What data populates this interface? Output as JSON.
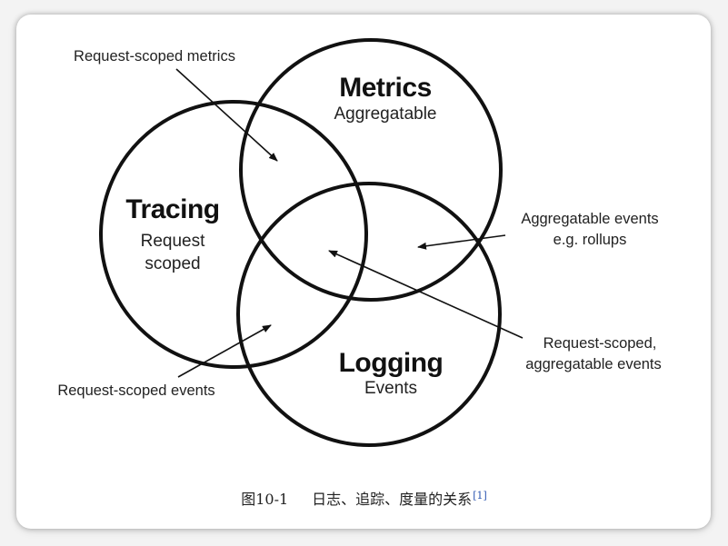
{
  "circles": {
    "metrics": {
      "title": "Metrics",
      "subtitle": "Aggregatable"
    },
    "tracing": {
      "title": "Tracing",
      "subtitle_line1": "Request",
      "subtitle_line2": "scoped"
    },
    "logging": {
      "title": "Logging",
      "subtitle": "Events"
    }
  },
  "annotations": {
    "request_scoped_metrics": "Request-scoped metrics",
    "aggregatable_events_line1": "Aggregatable events",
    "aggregatable_events_line2": "e.g. rollups",
    "request_scoped_aggregatable_line1": "Request-scoped,",
    "request_scoped_aggregatable_line2": "aggregatable events",
    "request_scoped_events": "Request-scoped events"
  },
  "caption": {
    "figure_number": "图10-1",
    "text": "日志、追踪、度量的关系",
    "reference": "[1]"
  }
}
